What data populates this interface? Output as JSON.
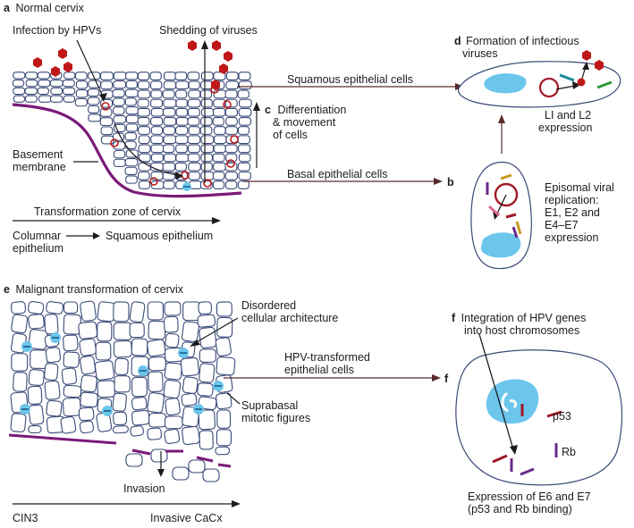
{
  "panel_a": {
    "tag": "a",
    "title": "Normal cervix",
    "infection": "Infection by HPVs",
    "shedding": "Shedding of viruses",
    "basement_1": "Basement",
    "basement_2": "membrane",
    "squamous_cells": "Squamous epithelial cells",
    "basal_cells": "Basal epithelial cells",
    "transformation_zone": "Transformation zone of cervix",
    "columnar_1": "Columnar",
    "columnar_2": "epithelium",
    "squamous_epithelium": "Squamous epithelium"
  },
  "panel_b": {
    "tag": "b",
    "episomal_1": "Episomal viral",
    "episomal_2": "replication:",
    "episomal_3": "E1, E2 and",
    "episomal_4": "E4–E7",
    "episomal_5": "expression"
  },
  "panel_c": {
    "tag": "c",
    "line_1": "Differentiation",
    "line_2": "& movement",
    "line_3": "of cells"
  },
  "panel_d": {
    "tag": "d",
    "line_1": "Formation of infectious",
    "line_2": "viruses",
    "l_1": "LI and L2",
    "l_2": "expression"
  },
  "panel_e": {
    "tag": "e",
    "title": "Malignant transformation of cervix",
    "disordered_1": "Disordered",
    "disordered_2": "cellular architecture",
    "hpv_transformed_1": "HPV-transformed",
    "hpv_transformed_2": "epithelial cells",
    "suprabasal_1": "Suprabasal",
    "suprabasal_2": "mitotic figures",
    "invasion": "Invasion",
    "cin3": "CIN3",
    "invasive": "Invasive CaCx"
  },
  "panel_f": {
    "tag": "f",
    "integration_1": "Integration of HPV genes",
    "integration_2": "into host chromosomes",
    "p53": "p53",
    "rb": "Rb",
    "expression_1": "Expression of E6 and E7",
    "expression_2": "(p53 and Rb binding)"
  },
  "colors": {
    "outline": "#3a4a78",
    "membrane": "#7a1a78",
    "virus": "#c01818",
    "nucleus": "#6cc6ec",
    "teal": "#1a8a98",
    "green": "#2f9a3a",
    "gold": "#c89a20",
    "pink": "#e06a8a",
    "purple": "#6a2a8a",
    "maroon": "#a01828"
  }
}
